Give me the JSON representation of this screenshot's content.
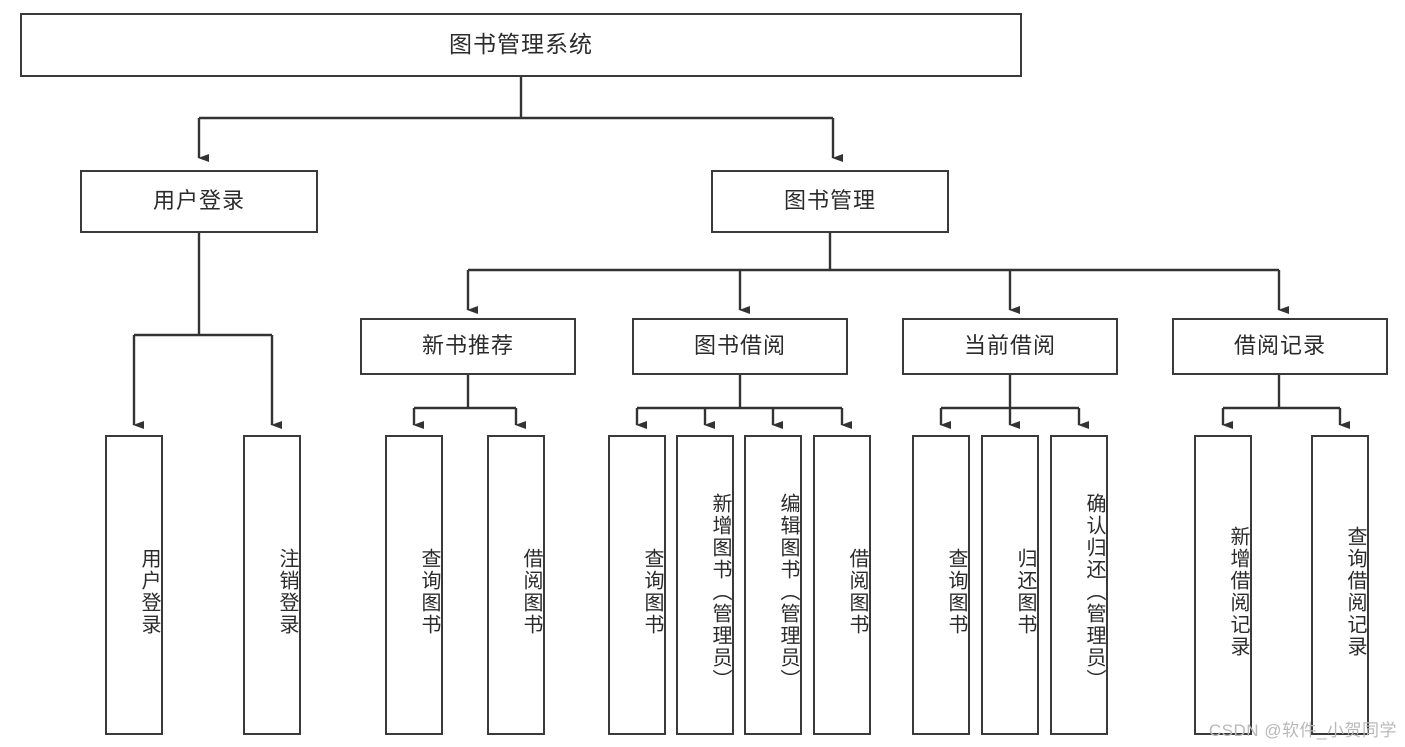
{
  "diagram": {
    "title": "图书管理系统",
    "type": "tree",
    "style": {
      "box_border_color": "#3a3a3a",
      "box_fill": "#ffffff",
      "line_color": "#333333",
      "text_color": "#2b2b2b",
      "watermark_color": "#b9b9b9"
    },
    "nodes": {
      "root": {
        "label": "图书管理系统"
      },
      "level2": [
        {
          "id": "user-login",
          "label": "用户登录"
        },
        {
          "id": "book-manage",
          "label": "图书管理"
        }
      ],
      "level3": [
        {
          "id": "new-book-rec",
          "label": "新书推荐"
        },
        {
          "id": "book-borrow",
          "label": "图书借阅"
        },
        {
          "id": "current-borrow",
          "label": "当前借阅"
        },
        {
          "id": "borrow-record",
          "label": "借阅记录"
        }
      ],
      "leaves": {
        "user-login": [
          {
            "id": "leaf-user-login",
            "label": "用户登录"
          },
          {
            "id": "leaf-user-logout",
            "label": "注销登录"
          }
        ],
        "new-book-rec": [
          {
            "id": "leaf-query-book-1",
            "label": "查询图书"
          },
          {
            "id": "leaf-borrow-book-1",
            "label": "借阅图书"
          }
        ],
        "book-borrow": [
          {
            "id": "leaf-query-book-2",
            "label": "查询图书"
          },
          {
            "id": "leaf-add-book",
            "label": "新增图书（管理员）"
          },
          {
            "id": "leaf-edit-book",
            "label": "编辑图书（管理员）"
          },
          {
            "id": "leaf-borrow-book-2",
            "label": "借阅图书"
          }
        ],
        "current-borrow": [
          {
            "id": "leaf-query-book-3",
            "label": "查询图书"
          },
          {
            "id": "leaf-return-book",
            "label": "归还图书"
          },
          {
            "id": "leaf-confirm-return",
            "label": "确认归还（管理员）"
          }
        ],
        "borrow-record": [
          {
            "id": "leaf-add-record",
            "label": "新增借阅记录"
          },
          {
            "id": "leaf-query-record",
            "label": "查询借阅记录"
          }
        ]
      }
    },
    "watermark": "CSDN @软件_小贺同学"
  }
}
